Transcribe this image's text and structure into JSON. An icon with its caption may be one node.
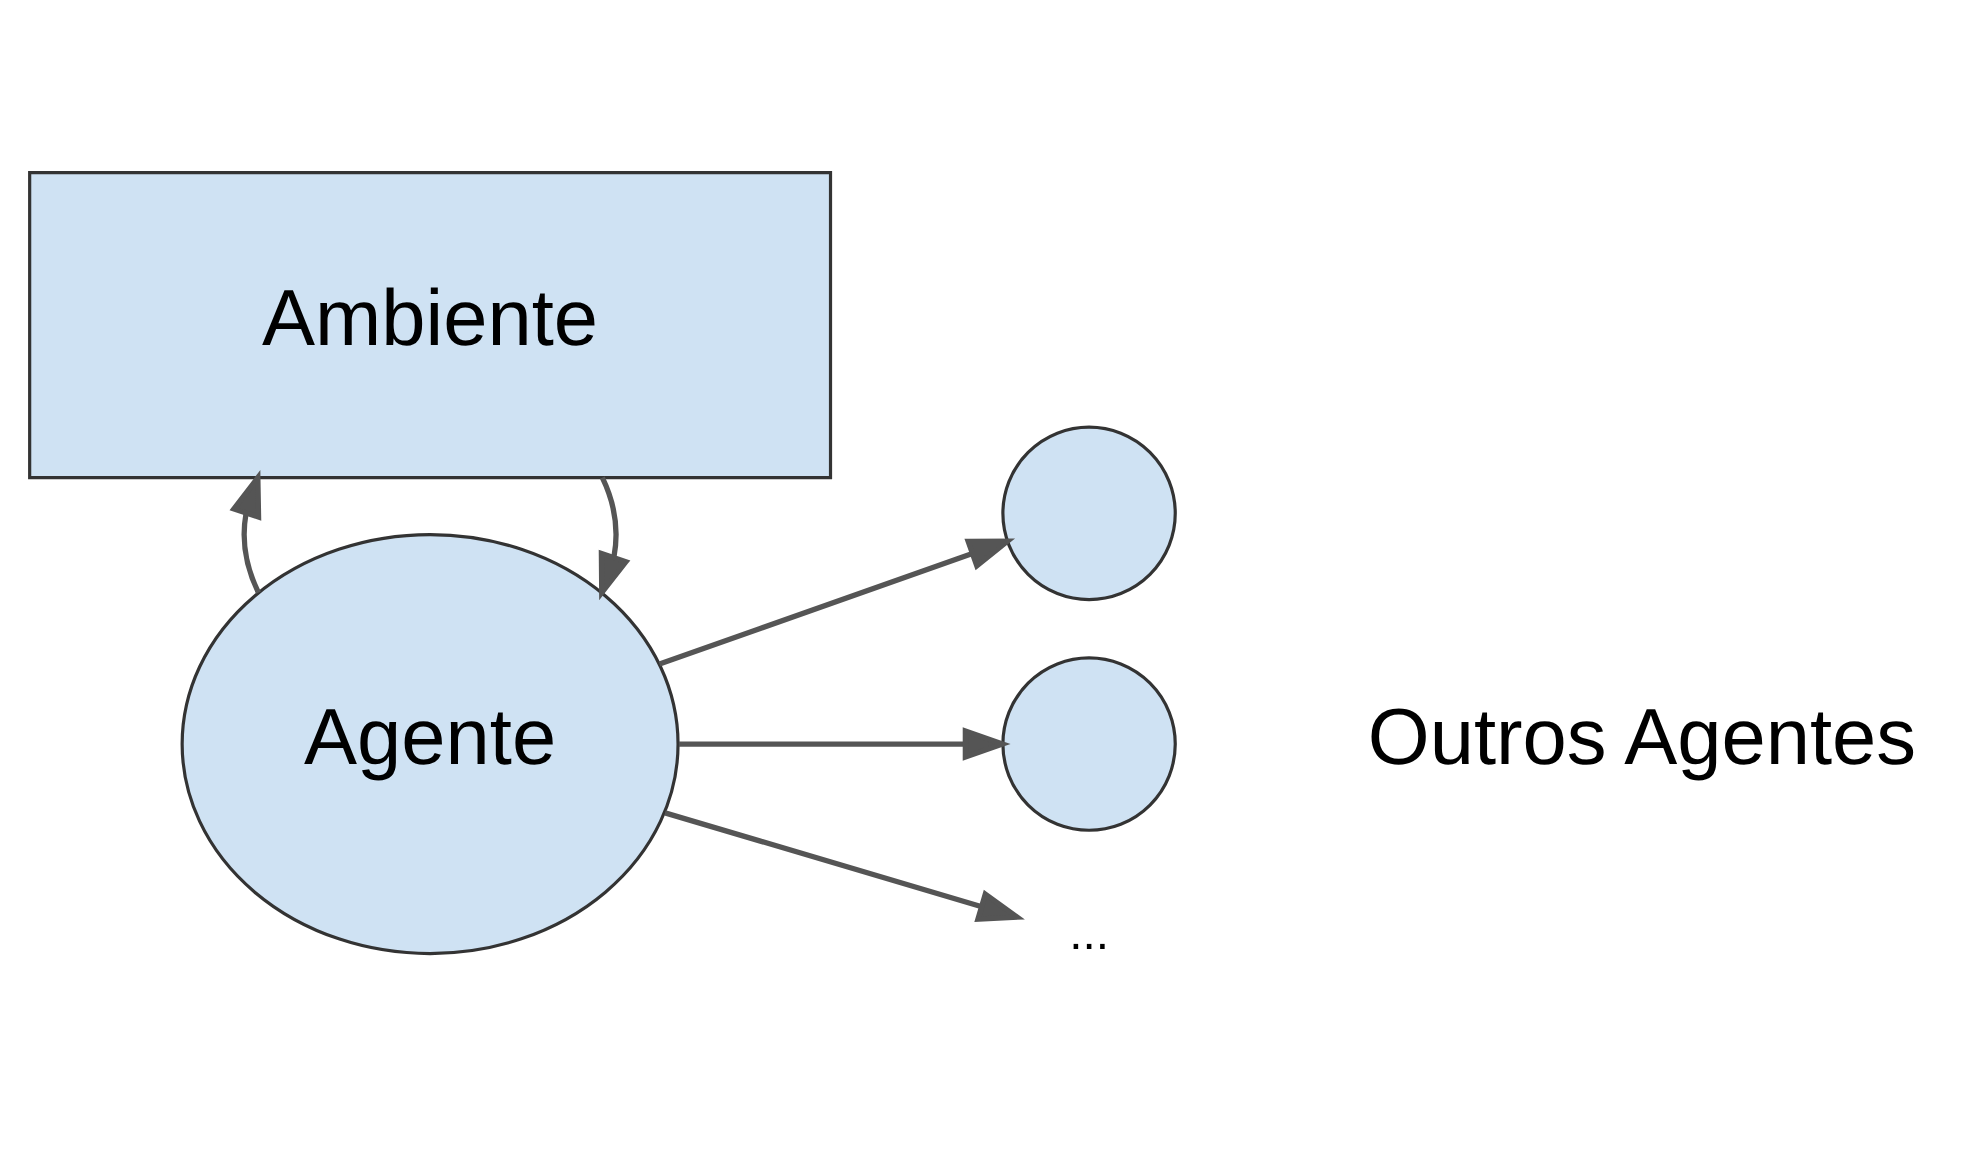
{
  "diagram": {
    "nodes": [
      {
        "text": [
          "Agente"
        ]
      },
      {
        "text": [
          "Ambiente"
        ]
      },
      {
        "text": [],
        "shape": "circle"
      },
      {
        "text": [],
        "shape": "circle"
      },
      {
        "text": [
          "..."
        ]
      }
    ],
    "edges": [
      {
        "from": 1,
        "to": 0,
        "arrow": "to"
      },
      {
        "from": 0,
        "to": 1,
        "arrow": "to"
      },
      {
        "from": 0,
        "to": 2,
        "arrow": "to"
      },
      {
        "from": 0,
        "to": 3,
        "arrow": "to"
      },
      {
        "from": 0,
        "to": 4,
        "arrow": "to"
      }
    ],
    "labels": [
      "Outros Agentes"
    ]
  }
}
